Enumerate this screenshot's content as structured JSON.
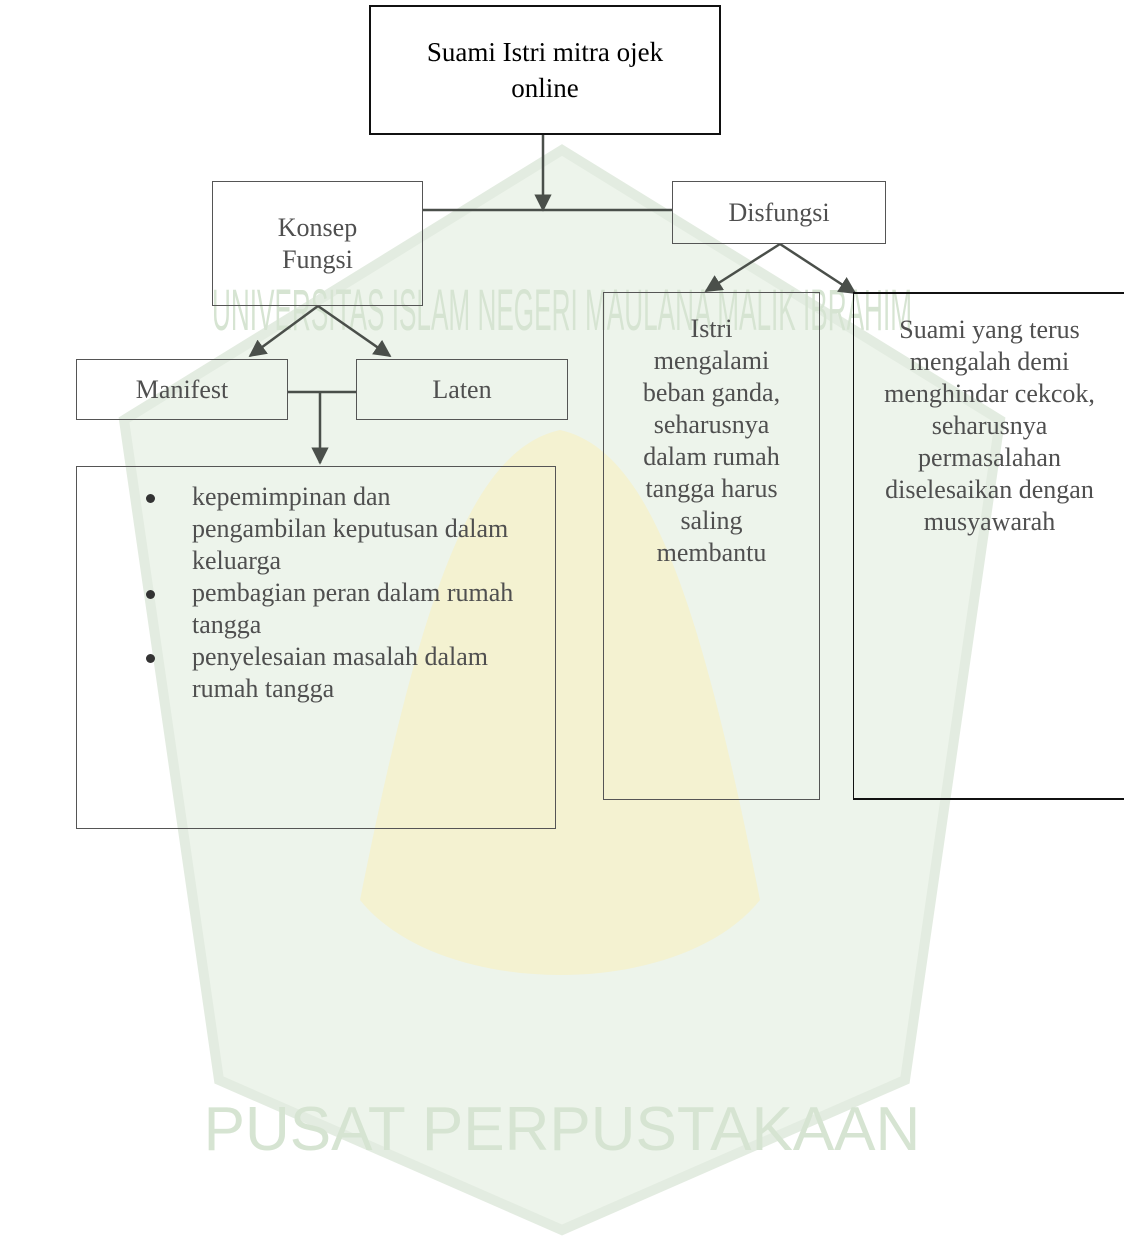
{
  "diagram": {
    "root": "Suami Istri mitra ojek online",
    "konsep": "Konsep Fungsi",
    "disfungsi": "Disfungsi",
    "manifest": "Manifest",
    "laten": "Laten",
    "fungsi_items": [
      "kepemimpinan dan pengambilan keputusan dalam keluarga",
      "pembagian peran dalam rumah tangga",
      "penyelesaian masalah dalam rumah tangga"
    ],
    "istri": "Istri mengalami beban ganda, seharusnya dalam rumah tangga harus saling membantu",
    "suami": "Suami yang terus mengalah demi menghindar cekcok, seharusnya permasalahan diselesaikan dengan musyawarah"
  },
  "watermark": {
    "text_top": "UNIVERSITAS ISLAM NEGERI MAULANA MALIK IBRAHIM",
    "text_bottom": "PUSAT PERPUSTAKAAN"
  },
  "colors": {
    "watermark_green": "#dcebd8",
    "watermark_yellow": "#f3ebb0",
    "line": "#4a4f4a"
  }
}
